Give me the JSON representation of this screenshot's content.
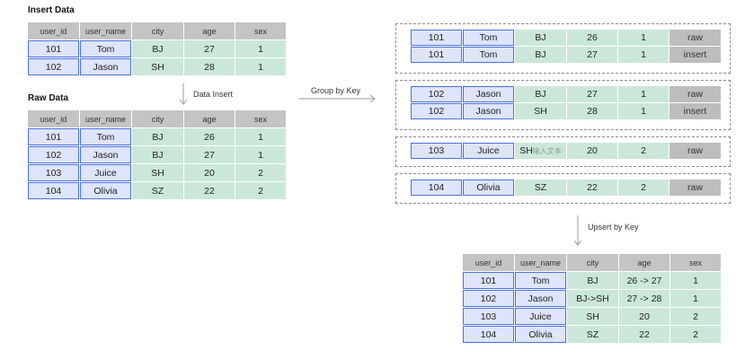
{
  "insert_data": {
    "title": "Insert Data",
    "headers": [
      "user_id",
      "user_name",
      "city",
      "age",
      "sex"
    ],
    "rows": [
      [
        "101",
        "Tom",
        "BJ",
        "27",
        "1"
      ],
      [
        "102",
        "Jason",
        "SH",
        "28",
        "1"
      ]
    ]
  },
  "raw_data": {
    "title": "Raw Data",
    "headers": [
      "user_id",
      "user_name",
      "city",
      "age",
      "sex"
    ],
    "rows": [
      [
        "101",
        "Tom",
        "BJ",
        "26",
        "1"
      ],
      [
        "102",
        "Jason",
        "BJ",
        "27",
        "1"
      ],
      [
        "103",
        "Juice",
        "SH",
        "20",
        "2"
      ],
      [
        "104",
        "Olivia",
        "SZ",
        "22",
        "2"
      ]
    ]
  },
  "arrows": {
    "data_insert": "Data Insert",
    "group_by_key": "Group by Key",
    "upsert_by_key": "Upsert by Key"
  },
  "groups": [
    {
      "rows": [
        [
          "101",
          "Tom",
          "BJ",
          "26",
          "1",
          "raw"
        ],
        [
          "101",
          "Tom",
          "BJ",
          "27",
          "1",
          "insert"
        ]
      ]
    },
    {
      "rows": [
        [
          "102",
          "Jason",
          "BJ",
          "27",
          "1",
          "raw"
        ],
        [
          "102",
          "Jason",
          "SH",
          "28",
          "1",
          "insert"
        ]
      ]
    },
    {
      "rows": [
        [
          "103",
          "Juice",
          "SH",
          "20",
          "2",
          "raw"
        ]
      ]
    },
    {
      "rows": [
        [
          "104",
          "Olivia",
          "SZ",
          "22",
          "2",
          "raw"
        ]
      ]
    }
  ],
  "stray_text": "输入文本",
  "result": {
    "headers": [
      "user_id",
      "user_name",
      "city",
      "age",
      "sex"
    ],
    "rows": [
      [
        "101",
        "Tom",
        "BJ",
        "26 -> 27",
        "1"
      ],
      [
        "102",
        "Jason",
        "BJ->SH",
        "27 -> 28",
        "1"
      ],
      [
        "103",
        "Juice",
        "SH",
        "20",
        "2"
      ],
      [
        "104",
        "Olivia",
        "SZ",
        "22",
        "2"
      ]
    ]
  },
  "colors": {
    "key_fill": "#dde4fb",
    "key_border": "#4a72d9",
    "value_fill": "#cbe7d9",
    "header_fill": "#c4c4c4",
    "tag_fill": "#bdbdbd"
  }
}
